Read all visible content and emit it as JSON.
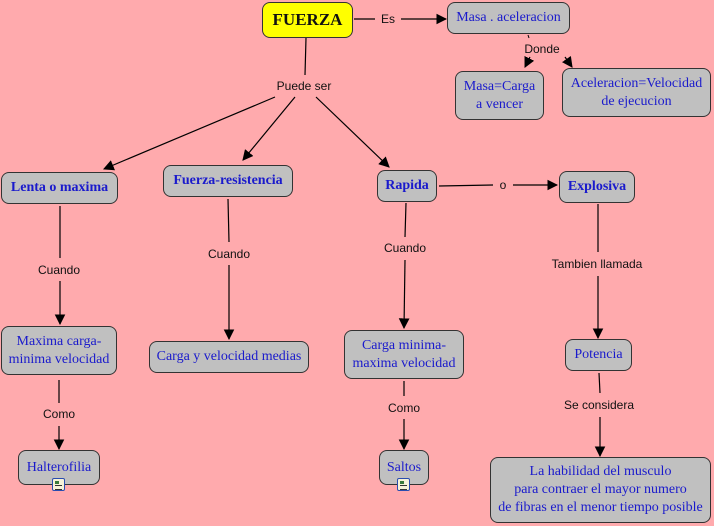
{
  "title": "FUERZA concept map",
  "colors": {
    "background": "#ffaaad",
    "node_fill": "#c0c0c0",
    "root_fill": "#ffff00",
    "node_text": "#1a1acc"
  },
  "nodes": {
    "fuerza": "FUERZA",
    "masa_aceleracion": "Masa . aceleracion",
    "masa_carga": "Masa=Carga\na vencer",
    "aceleracion_velocidad": "Aceleracion=Velocidad\nde ejecucion",
    "lenta_maxima": "Lenta o maxima",
    "fuerza_resistencia": "Fuerza-resistencia",
    "rapida": "Rapida",
    "explosiva": "Explosiva",
    "maxima_carga": "Maxima carga-\nminima velocidad",
    "carga_velocidad_medias": "Carga y velocidad medias",
    "carga_minima": "Carga minima-\nmaxima velocidad",
    "potencia": "Potencia",
    "halterofilia": "Halterofilia",
    "saltos": "Saltos",
    "habilidad": "La habilidad del musculo\npara contraer el mayor numero\nde fibras en el menor tiempo posible"
  },
  "link_labels": {
    "es": "Es",
    "donde": "Donde",
    "puede_ser": "Puede ser",
    "o": "o",
    "cuando_1": "Cuando",
    "cuando_2": "Cuando",
    "cuando_3": "Cuando",
    "tambien_llamada": "Tambien llamada",
    "como_1": "Como",
    "como_2": "Como",
    "se_considera": "Se considera"
  },
  "icons": {
    "halterofilia_resource": "document-icon",
    "saltos_resource": "document-icon"
  }
}
